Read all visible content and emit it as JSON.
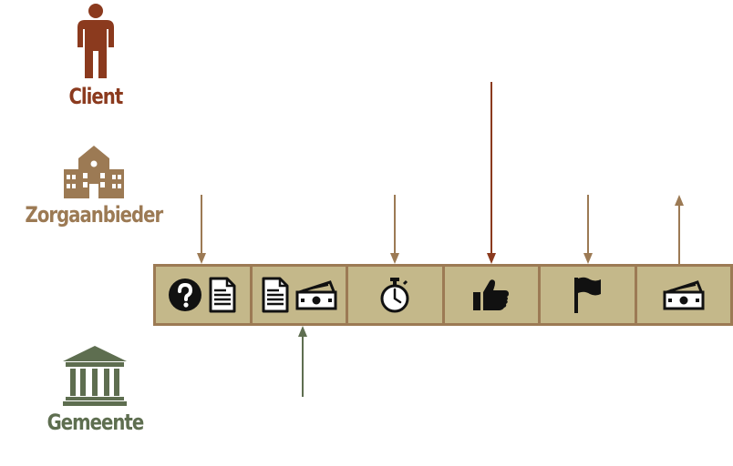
{
  "actors": {
    "client": {
      "label": "Client",
      "icon": "person-icon",
      "color": "#8b3a1e"
    },
    "provider": {
      "label": "Zorgaanbieder",
      "icon": "building-icon",
      "color": "#9c7a54"
    },
    "municipality": {
      "label": "Gemeente",
      "icon": "government-building-icon",
      "color": "#5e6e50"
    }
  },
  "process_steps": [
    {
      "icons": [
        "question-circle-icon",
        "document-icon"
      ]
    },
    {
      "icons": [
        "document-icon",
        "money-icon"
      ]
    },
    {
      "icons": [
        "stopwatch-icon"
      ]
    },
    {
      "icons": [
        "thumbs-up-icon"
      ]
    },
    {
      "icons": [
        "flag-icon"
      ]
    },
    {
      "icons": [
        "money-icon"
      ]
    }
  ],
  "flows": [
    {
      "step": 1,
      "actor": "provider",
      "direction": "down"
    },
    {
      "step": 2,
      "actor": "municipality",
      "direction": "up"
    },
    {
      "step": 3,
      "actor": "provider",
      "direction": "down"
    },
    {
      "step": 4,
      "actor": "client",
      "direction": "down"
    },
    {
      "step": 5,
      "actor": "provider",
      "direction": "down"
    },
    {
      "step": 6,
      "actor": "provider",
      "direction": "up"
    }
  ],
  "colors": {
    "step_fill": "#c4b88a",
    "step_border": "#9c7a54",
    "icon": "#111111"
  }
}
